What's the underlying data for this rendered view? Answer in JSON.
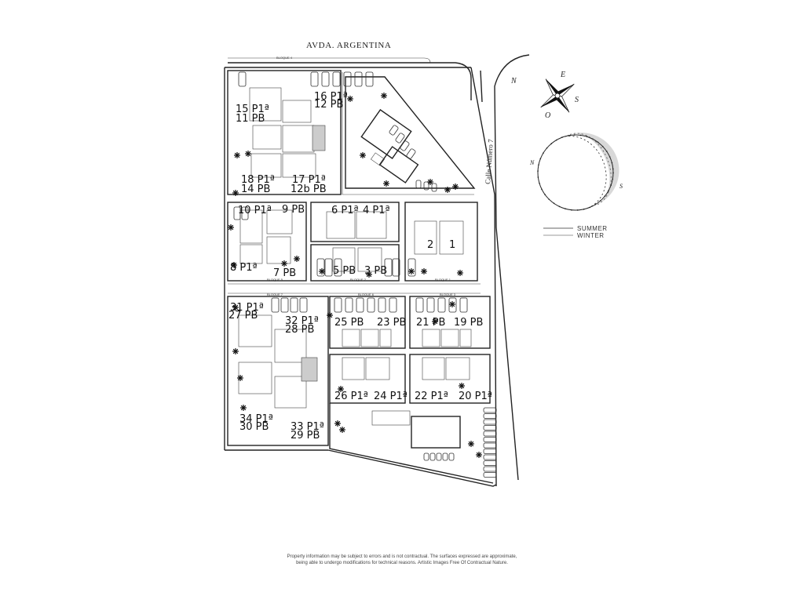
{
  "streets": {
    "north": "AVDA. ARGENTINA",
    "east": "Calle Número 7"
  },
  "blocks": [
    "BLOQUE 4",
    "BLOQUE 5",
    "BLOQUE 2",
    "BLOQUE 1",
    "BLOQUE 7",
    "BLOQUE 6",
    "BLOQUE 3"
  ],
  "units": [
    {
      "id": "u16",
      "label": "16 P1ª"
    },
    {
      "id": "u12",
      "label": "12 PB"
    },
    {
      "id": "u15",
      "label": "15 P1ª"
    },
    {
      "id": "u11",
      "label": "11 PB"
    },
    {
      "id": "u18",
      "label": "18 P1ª"
    },
    {
      "id": "u14",
      "label": "14 PB"
    },
    {
      "id": "u17",
      "label": "17 P1ª"
    },
    {
      "id": "u12b",
      "label": "12b PB"
    },
    {
      "id": "u10",
      "label": "10 P1ª"
    },
    {
      "id": "u9",
      "label": "9 PB"
    },
    {
      "id": "u6",
      "label": "6 P1ª"
    },
    {
      "id": "u4",
      "label": "4 P1ª"
    },
    {
      "id": "u2",
      "label": "2"
    },
    {
      "id": "u1",
      "label": "1"
    },
    {
      "id": "u8",
      "label": "8 P1ª"
    },
    {
      "id": "u7",
      "label": "7 PB"
    },
    {
      "id": "u5",
      "label": "5 PB"
    },
    {
      "id": "u3",
      "label": "3 PB"
    },
    {
      "id": "u31",
      "label": "31 P1ª"
    },
    {
      "id": "u27",
      "label": "27 PB"
    },
    {
      "id": "u32",
      "label": "32 P1ª"
    },
    {
      "id": "u28",
      "label": "28 PB"
    },
    {
      "id": "u25",
      "label": "25 PB"
    },
    {
      "id": "u23",
      "label": "23 PB"
    },
    {
      "id": "u21",
      "label": "21 PB"
    },
    {
      "id": "u19",
      "label": "19 PB"
    },
    {
      "id": "u26",
      "label": "26 P1ª"
    },
    {
      "id": "u24",
      "label": "24 P1ª"
    },
    {
      "id": "u22",
      "label": "22 P1ª"
    },
    {
      "id": "u20",
      "label": "20 P1ª"
    },
    {
      "id": "u34",
      "label": "34 P1ª"
    },
    {
      "id": "u30",
      "label": "30 PB"
    },
    {
      "id": "u33",
      "label": "33 P1ª"
    },
    {
      "id": "u29",
      "label": "29 PB"
    }
  ],
  "compass": {
    "n": "N",
    "e": "E",
    "s": "S",
    "o": "O"
  },
  "sun_diagram": {
    "n": "N",
    "s": "S"
  },
  "legend": {
    "summer": "SUMMER",
    "winter": "WINTER"
  },
  "disclaimer": {
    "line1": "Property information may be subject to errors and is not contractual. The surfaces expressed are approximate,",
    "line2": "being able to undergo modifications for technical reasons. Artistic Images Free Of Contractual Nature."
  }
}
